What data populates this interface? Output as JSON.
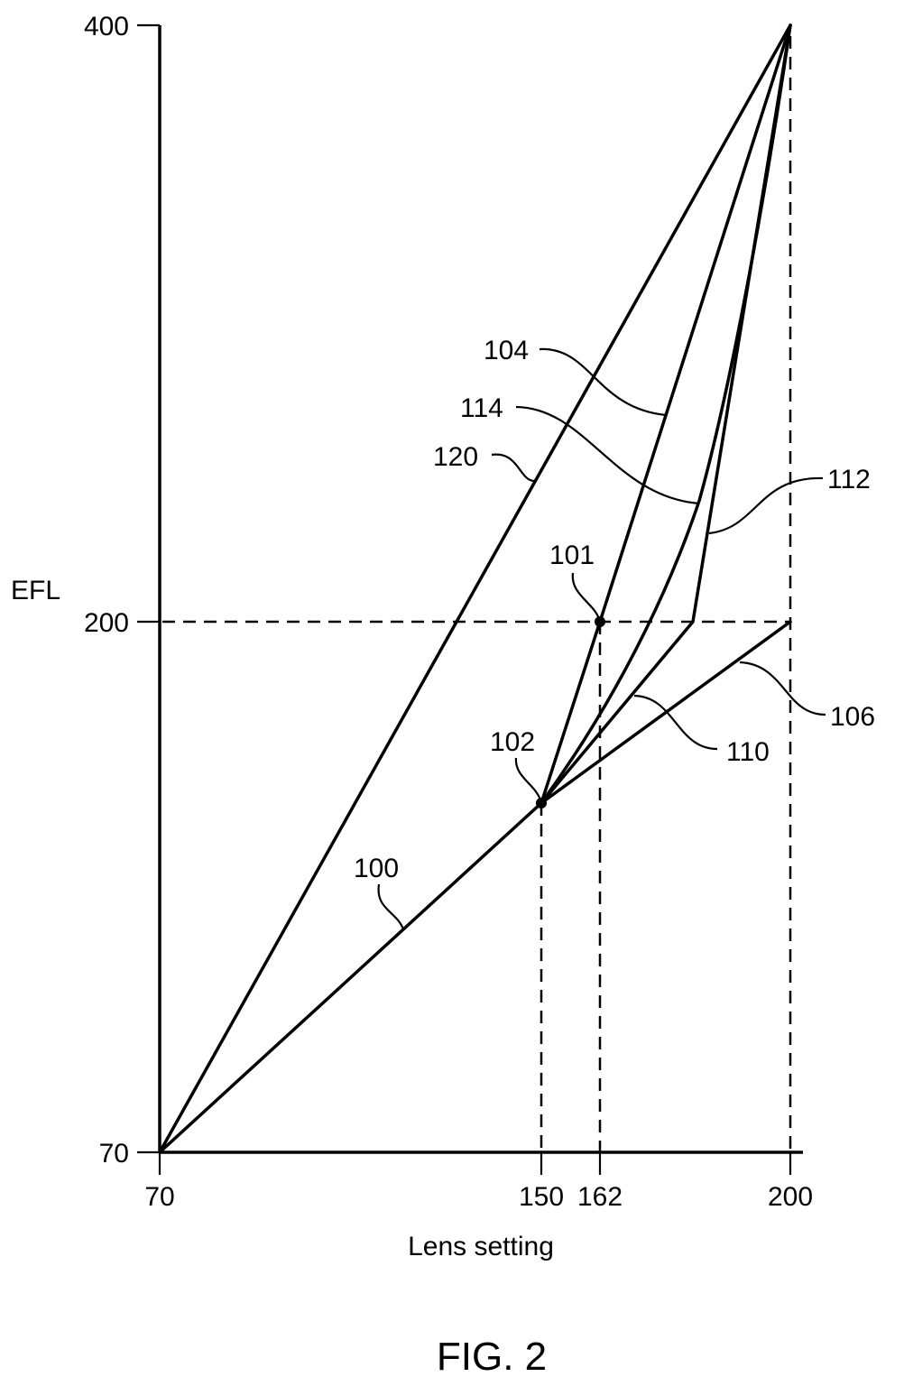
{
  "figure": {
    "title": "FIG. 2",
    "xlabel": "Lens setting",
    "ylabel": "EFL"
  },
  "axes": {
    "x_ticks": [
      "70",
      "150",
      "162",
      "200"
    ],
    "y_ticks": [
      "400",
      "200",
      "70"
    ]
  },
  "reference_labels": {
    "r100": "100",
    "r101": "101",
    "r102": "102",
    "r104": "104",
    "r106": "106",
    "r110": "110",
    "r112": "112",
    "r114": "114",
    "r120": "120"
  },
  "chart_data": {
    "type": "line",
    "title": "FIG. 2",
    "xlabel": "Lens setting",
    "ylabel": "EFL",
    "xlim": [
      70,
      200
    ],
    "ylim": [
      70,
      400
    ],
    "x_ticks": [
      70,
      150,
      162,
      200
    ],
    "y_ticks": [
      70,
      200,
      400
    ],
    "grid": false,
    "legend": "none (reference numerals with leader lines)",
    "series": [
      {
        "name": "120",
        "description": "straight line from origin to max",
        "x": [
          70,
          200
        ],
        "y": [
          70,
          400
        ]
      },
      {
        "name": "100",
        "description": "straight line from origin to point 102",
        "x": [
          70,
          150
        ],
        "y": [
          70,
          150
        ]
      },
      {
        "name": "106",
        "description": "continuation of 100 to (200,200)",
        "x": [
          150,
          200
        ],
        "y": [
          150,
          200
        ]
      },
      {
        "name": "104",
        "description": "line through 102 and 101 to max",
        "x": [
          150,
          162,
          200
        ],
        "y": [
          150,
          200,
          400
        ]
      },
      {
        "name": "114",
        "description": "smooth curve from 102 to max",
        "x": [
          150,
          170,
          185,
          195,
          200
        ],
        "y": [
          150,
          200,
          260,
          330,
          400
        ]
      },
      {
        "name": "110",
        "description": "line from 102 to kink at EFL 200",
        "x": [
          150,
          181
        ],
        "y": [
          150,
          200
        ]
      },
      {
        "name": "112",
        "description": "from kink to max",
        "x": [
          181,
          200
        ],
        "y": [
          200,
          400
        ]
      }
    ],
    "points": [
      {
        "label": "101",
        "x": 162,
        "y": 200
      },
      {
        "label": "102",
        "x": 150,
        "y": 150
      }
    ],
    "reference_lines": [
      {
        "type": "horizontal",
        "y": 200,
        "style": "dashed",
        "x_range": [
          70,
          200
        ]
      },
      {
        "type": "vertical",
        "x": 150,
        "style": "dashed"
      },
      {
        "type": "vertical",
        "x": 162,
        "style": "dashed"
      },
      {
        "type": "vertical",
        "x": 200,
        "style": "dashed"
      }
    ],
    "annotations": [
      "100",
      "101",
      "102",
      "104",
      "106",
      "110",
      "112",
      "114",
      "120"
    ]
  }
}
